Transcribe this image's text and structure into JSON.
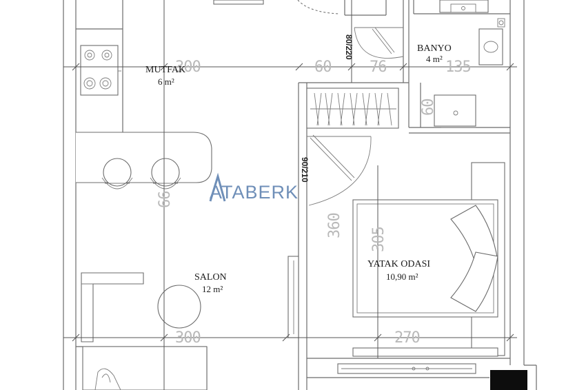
{
  "rooms": {
    "mutfak": {
      "name": "MUTFAK",
      "area": "6 m²"
    },
    "banyo": {
      "name": "BANYO",
      "area": "4 m²"
    },
    "salon": {
      "name": "SALON",
      "area": "12 m²"
    },
    "yatak": {
      "name": "YATAK ODASI",
      "area": "10,90 m²"
    }
  },
  "dimensions": {
    "top_300": "300",
    "top_60": "60",
    "top_76": "76",
    "top_135": "135",
    "bath_60": "60",
    "salon_66": "66",
    "hall_360": "360",
    "bed_305": "305",
    "bottom_300": "300",
    "bottom_270": "270"
  },
  "doors": {
    "bath_door": "80/220",
    "bed_door": "90/210"
  },
  "watermark": "ATABERK"
}
